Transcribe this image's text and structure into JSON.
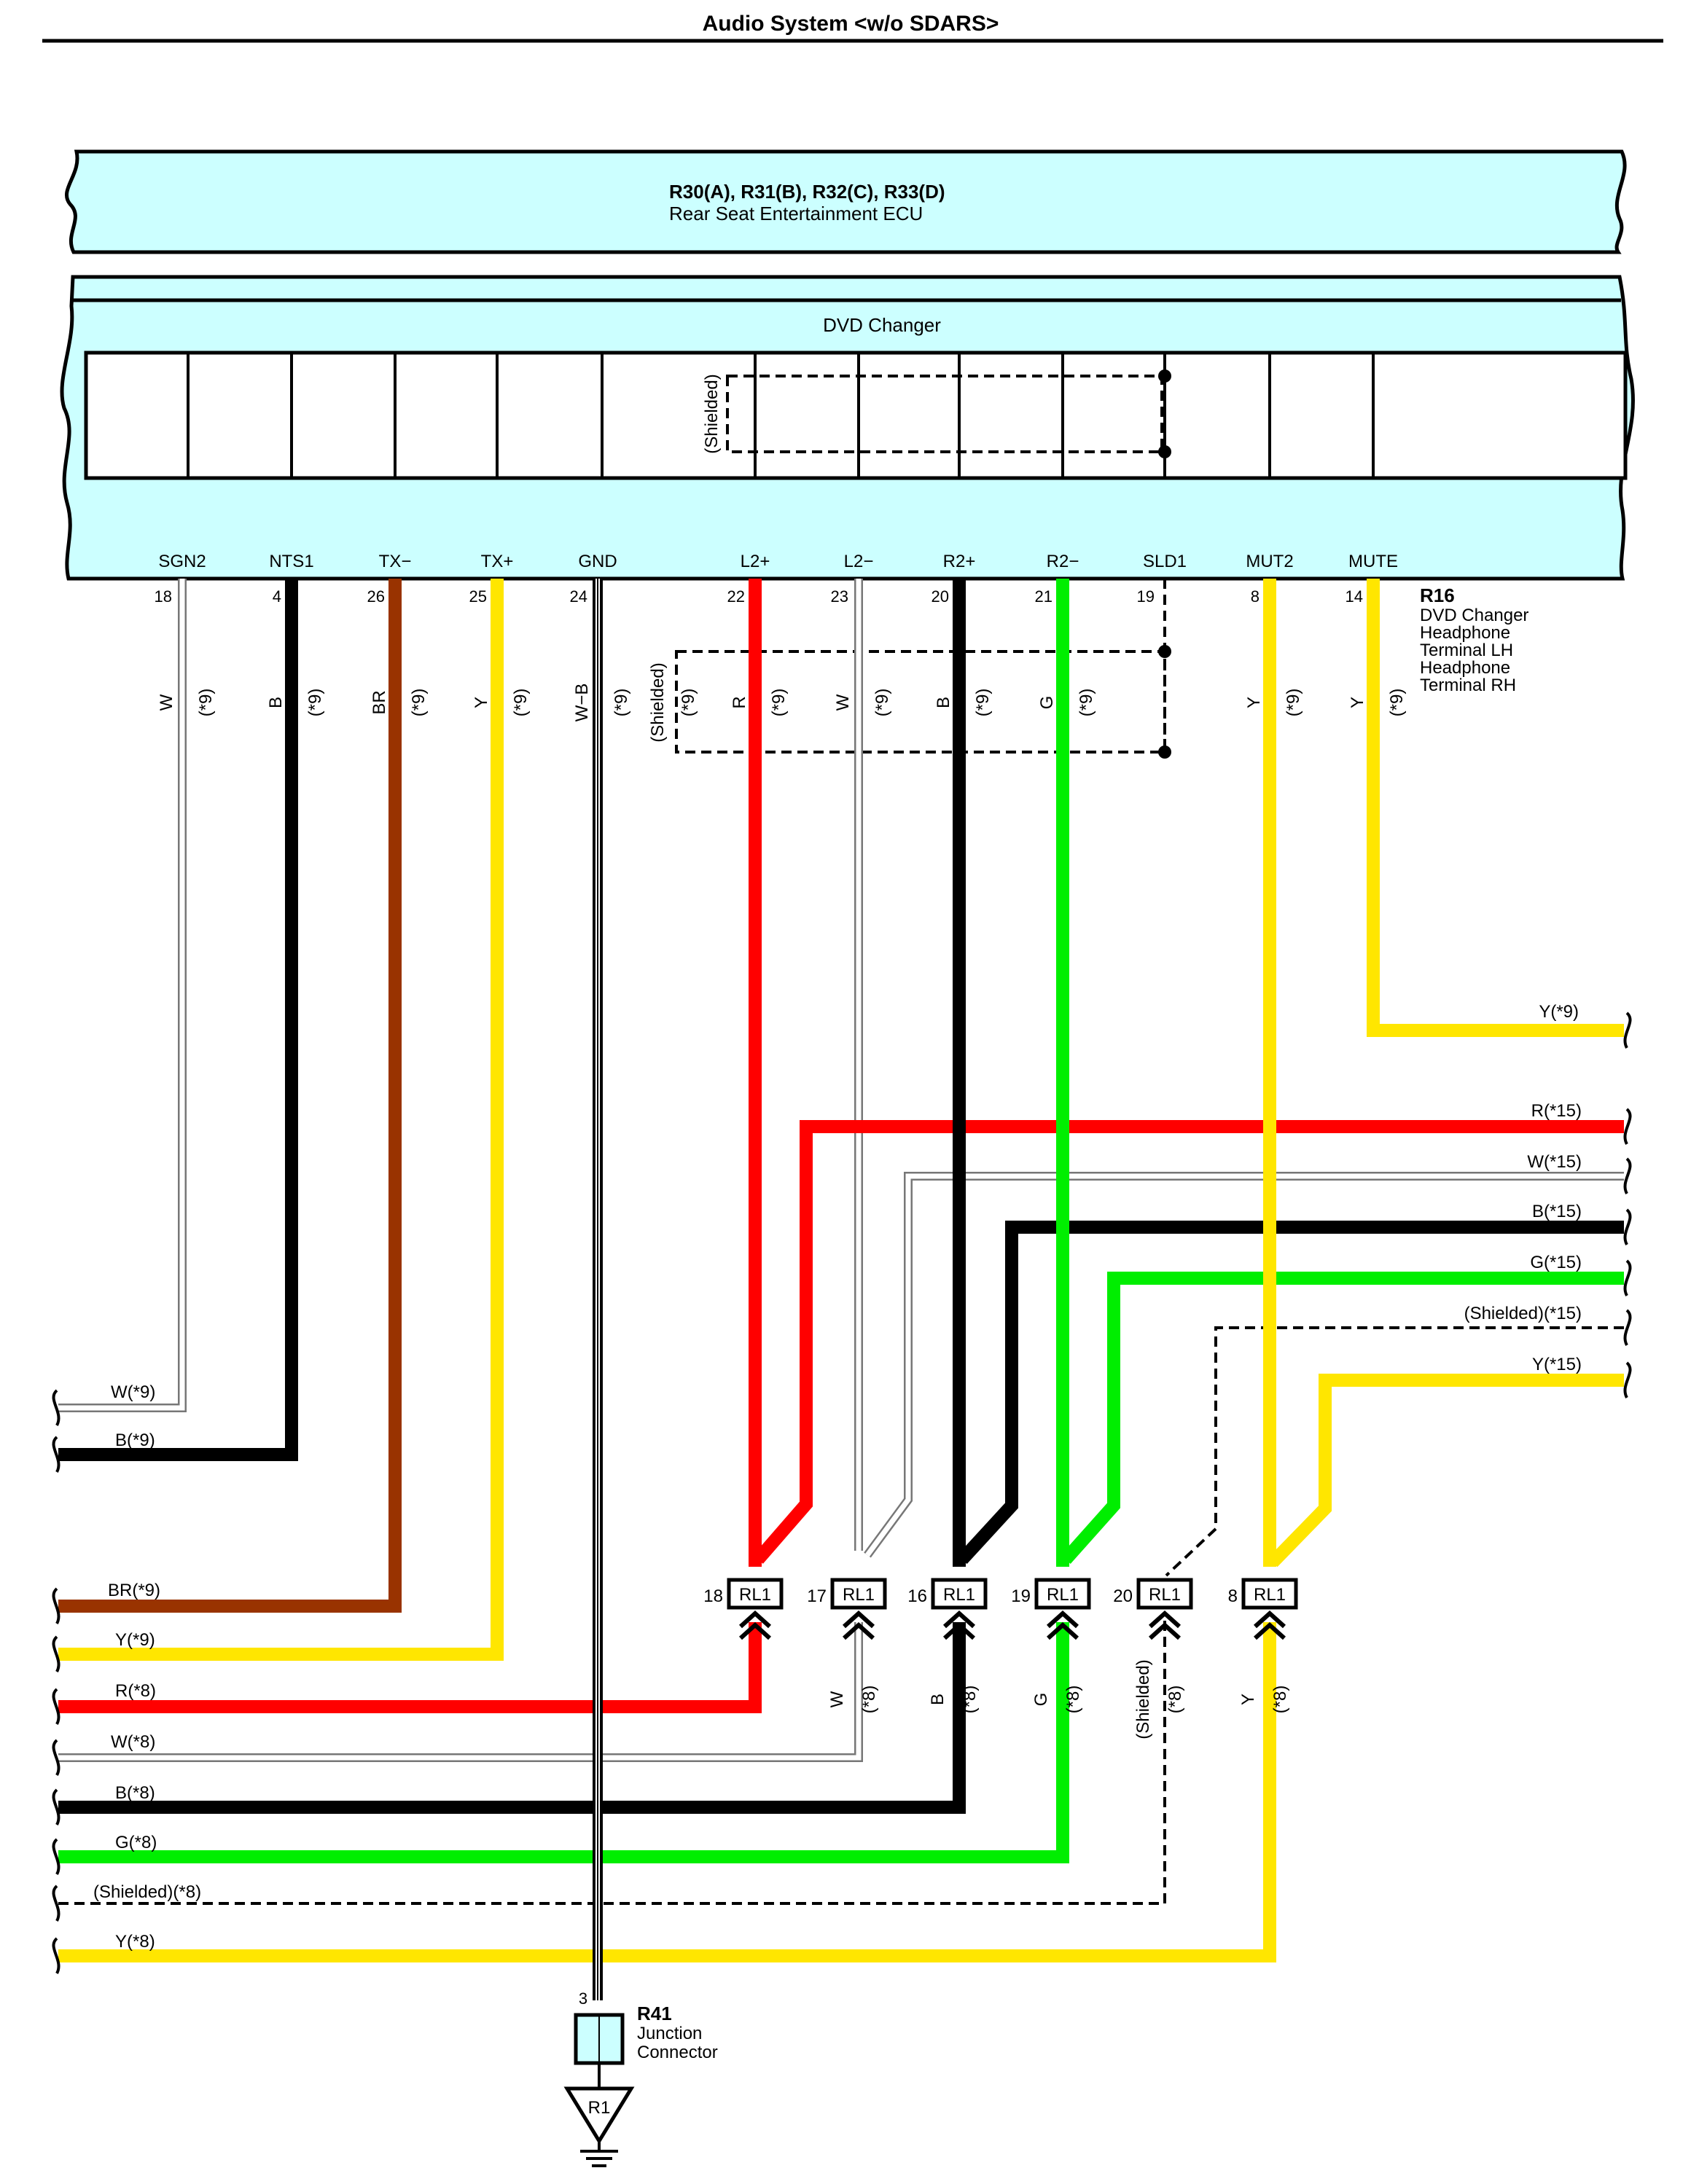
{
  "title": "Audio System <w/o SDARS>",
  "ecu": {
    "codes": "R30(A), R31(B), R32(C), R33(D)",
    "name": "Rear Seat Entertainment ECU"
  },
  "dvd_changer": {
    "label": "DVD Changer",
    "shielded_label": "(Shielded)",
    "terminals": [
      {
        "name": "SGN2",
        "pin": "18",
        "wire": "W",
        "note": "(*9)"
      },
      {
        "name": "NTS1",
        "pin": "4",
        "wire": "B",
        "note": "(*9)"
      },
      {
        "name": "TX−",
        "pin": "26",
        "wire": "BR",
        "note": "(*9)"
      },
      {
        "name": "TX+",
        "pin": "25",
        "wire": "Y",
        "note": "(*9)"
      },
      {
        "name": "GND",
        "pin": "24",
        "wire": "W−B",
        "note": "(*9)"
      },
      {
        "name": "L2+",
        "pin": "22",
        "wire": "R",
        "note": "(*9)"
      },
      {
        "name": "L2−",
        "pin": "23",
        "wire": "W",
        "note": "(*9)"
      },
      {
        "name": "R2+",
        "pin": "20",
        "wire": "B",
        "note": "(*9)"
      },
      {
        "name": "R2−",
        "pin": "21",
        "wire": "G",
        "note": "(*9)"
      },
      {
        "name": "SLD1",
        "pin": "19",
        "wire": "",
        "note": ""
      },
      {
        "name": "MUT2",
        "pin": "8",
        "wire": "Y",
        "note": "(*9)"
      },
      {
        "name": "MUTE",
        "pin": "14",
        "wire": "Y",
        "note": "(*9)"
      }
    ],
    "shield_wire_label": "(Shielded)",
    "shield_wire_note": "(*9)"
  },
  "r16": {
    "code": "R16",
    "lines": [
      "DVD Changer",
      "Headphone",
      "Terminal LH",
      "Headphone",
      "Terminal RH"
    ]
  },
  "right_wires": {
    "mute": "Y(*9)",
    "red": "R(*15)",
    "white": "W(*15)",
    "black": "B(*15)",
    "green": "G(*15)",
    "shield": "(Shielded)(*15)",
    "yellow": "Y(*15)"
  },
  "left_upper_wires": {
    "white": "W(*9)",
    "black": "B(*9)"
  },
  "left_lower_wires": {
    "brown": "BR(*9)",
    "yellow9": "Y(*9)",
    "red": "R(*8)",
    "white": "W(*8)",
    "black": "B(*8)",
    "green": "G(*8)",
    "shield": "(Shielded)(*8)",
    "yellow8": "Y(*8)"
  },
  "rl1": {
    "label": "RL1",
    "pins": [
      "18",
      "17",
      "16",
      "19",
      "20",
      "8"
    ],
    "below": [
      {
        "wire": "",
        "note": ""
      },
      {
        "wire": "W",
        "note": "(*8)"
      },
      {
        "wire": "B",
        "note": "(*8)"
      },
      {
        "wire": "G",
        "note": "(*8)"
      },
      {
        "wire": "(Shielded)",
        "note": "(*8)"
      },
      {
        "wire": "Y",
        "note": "(*8)"
      }
    ]
  },
  "r41": {
    "pin": "3",
    "code": "R41",
    "line1": "Junction",
    "line2": "Connector"
  },
  "ground": {
    "label": "R1"
  },
  "colors": {
    "panel": "#ccffff",
    "red": "#ff0000",
    "black": "#000000",
    "white_wire": "#999999",
    "green": "#00ee00",
    "yellow": "#ffe600",
    "brown": "#993300"
  }
}
